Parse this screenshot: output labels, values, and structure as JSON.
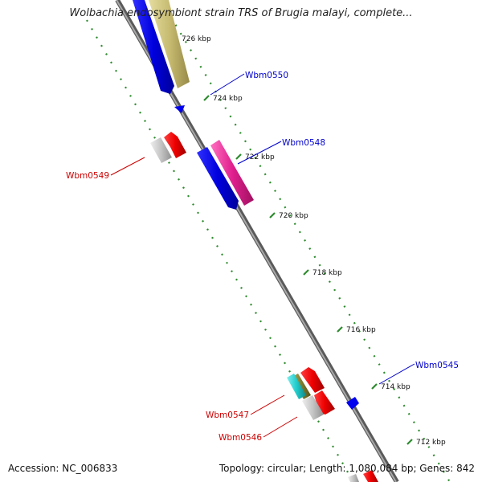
{
  "title": "Wolbachia endosymbiont strain TRS of Brugia malayi, complete...",
  "accession": "Accession: NC_006833",
  "summary": "Topology: circular; Length: 1,080,084 bp; Genes: 842",
  "colors": {
    "backbone": "#8a8a8a",
    "ticks": "#2e8b2e",
    "label_forward": "#0000cc",
    "label_reverse": "#cc0000",
    "blue": "#0000ee",
    "red": "#ee0000",
    "magenta": "#e0208f",
    "khaki": "#c8bc72",
    "grey": "#c0c0c0",
    "cyan": "#22cccc",
    "olive": "#808032"
  },
  "ticks": [
    {
      "label": "726 kbp"
    },
    {
      "label": "724 kbp"
    },
    {
      "label": "722 kbp"
    },
    {
      "label": "720 kbp"
    },
    {
      "label": "718 kbp"
    },
    {
      "label": "716 kbp"
    },
    {
      "label": "714 kbp"
    },
    {
      "label": "712 kbp"
    }
  ],
  "gene_labels": [
    {
      "name": "Wbm0550",
      "strand": "forward"
    },
    {
      "name": "Wbm0548",
      "strand": "forward"
    },
    {
      "name": "Wbm0549",
      "strand": "reverse"
    },
    {
      "name": "Wbm0545",
      "strand": "forward"
    },
    {
      "name": "Wbm0547",
      "strand": "reverse"
    },
    {
      "name": "Wbm0546",
      "strand": "reverse"
    }
  ]
}
